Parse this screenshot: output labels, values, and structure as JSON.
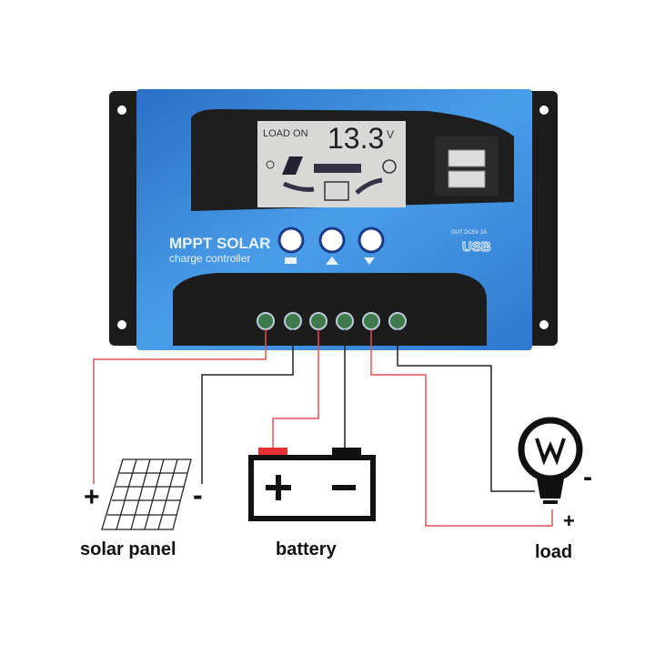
{
  "device": {
    "brand_line1": "MPPT SOLAR",
    "brand_line2": "charge controller",
    "lcd_status": "LOAD ON",
    "lcd_voltage": "13.3",
    "lcd_unit": "V",
    "usb_spec": "OUT DC5V 2A",
    "usb_logo": "USB",
    "buttons": [
      {
        "icon": "menu-icon"
      },
      {
        "icon": "up-icon"
      },
      {
        "icon": "down-icon"
      }
    ],
    "body_color": "#3d8fe0",
    "frame_color": "#1a1a1a"
  },
  "diagram": {
    "solar_label": "solar panel",
    "battery_label": "battery",
    "load_label": "load",
    "plus": "+",
    "minus": "-",
    "wire_positive_color": "#e05050",
    "wire_negative_color": "#222222"
  }
}
